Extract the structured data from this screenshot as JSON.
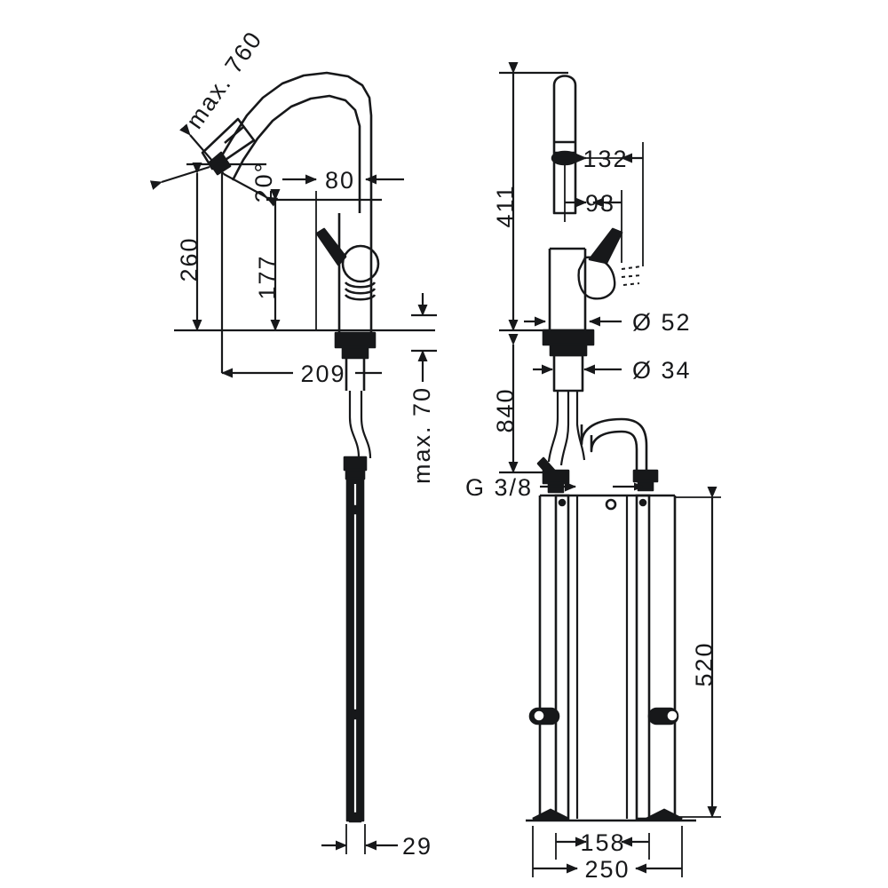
{
  "drawing": {
    "title": "Pull-down kitchen mixer dimensional drawing",
    "units": "mm",
    "line_color": "#17181a",
    "background_color": "#ffffff",
    "views": [
      {
        "name": "front-elevation",
        "position": "left"
      },
      {
        "name": "side-elevation",
        "position": "right"
      }
    ]
  },
  "dimensions": {
    "max_760": "max. 760",
    "angle_20": "20°",
    "d_80": "80",
    "d_260": "260",
    "d_177": "177",
    "d_209": "209",
    "max_70": "max. 70",
    "d_29": "29",
    "d_411": "411",
    "d_132": "132",
    "d_93": "93",
    "dia_52": "Ø 52",
    "dia_34": "Ø 34",
    "d_840": "840",
    "thread_g38": "G 3/8",
    "d_520": "520",
    "d_158": "158",
    "d_250": "250"
  },
  "chart_data": {
    "type": "table",
    "title": "Dimensional callouts (mm)",
    "categories": [
      "max. 760",
      "20°",
      "80",
      "260",
      "177",
      "209",
      "max. 70",
      "29",
      "411",
      "132",
      "93",
      "Ø 52",
      "Ø 34",
      "840",
      "G 3/8",
      "520",
      "158",
      "250"
    ],
    "values": [
      760,
      20,
      80,
      260,
      177,
      209,
      70,
      29,
      411,
      132,
      93,
      52,
      34,
      840,
      0,
      520,
      158,
      250
    ]
  }
}
